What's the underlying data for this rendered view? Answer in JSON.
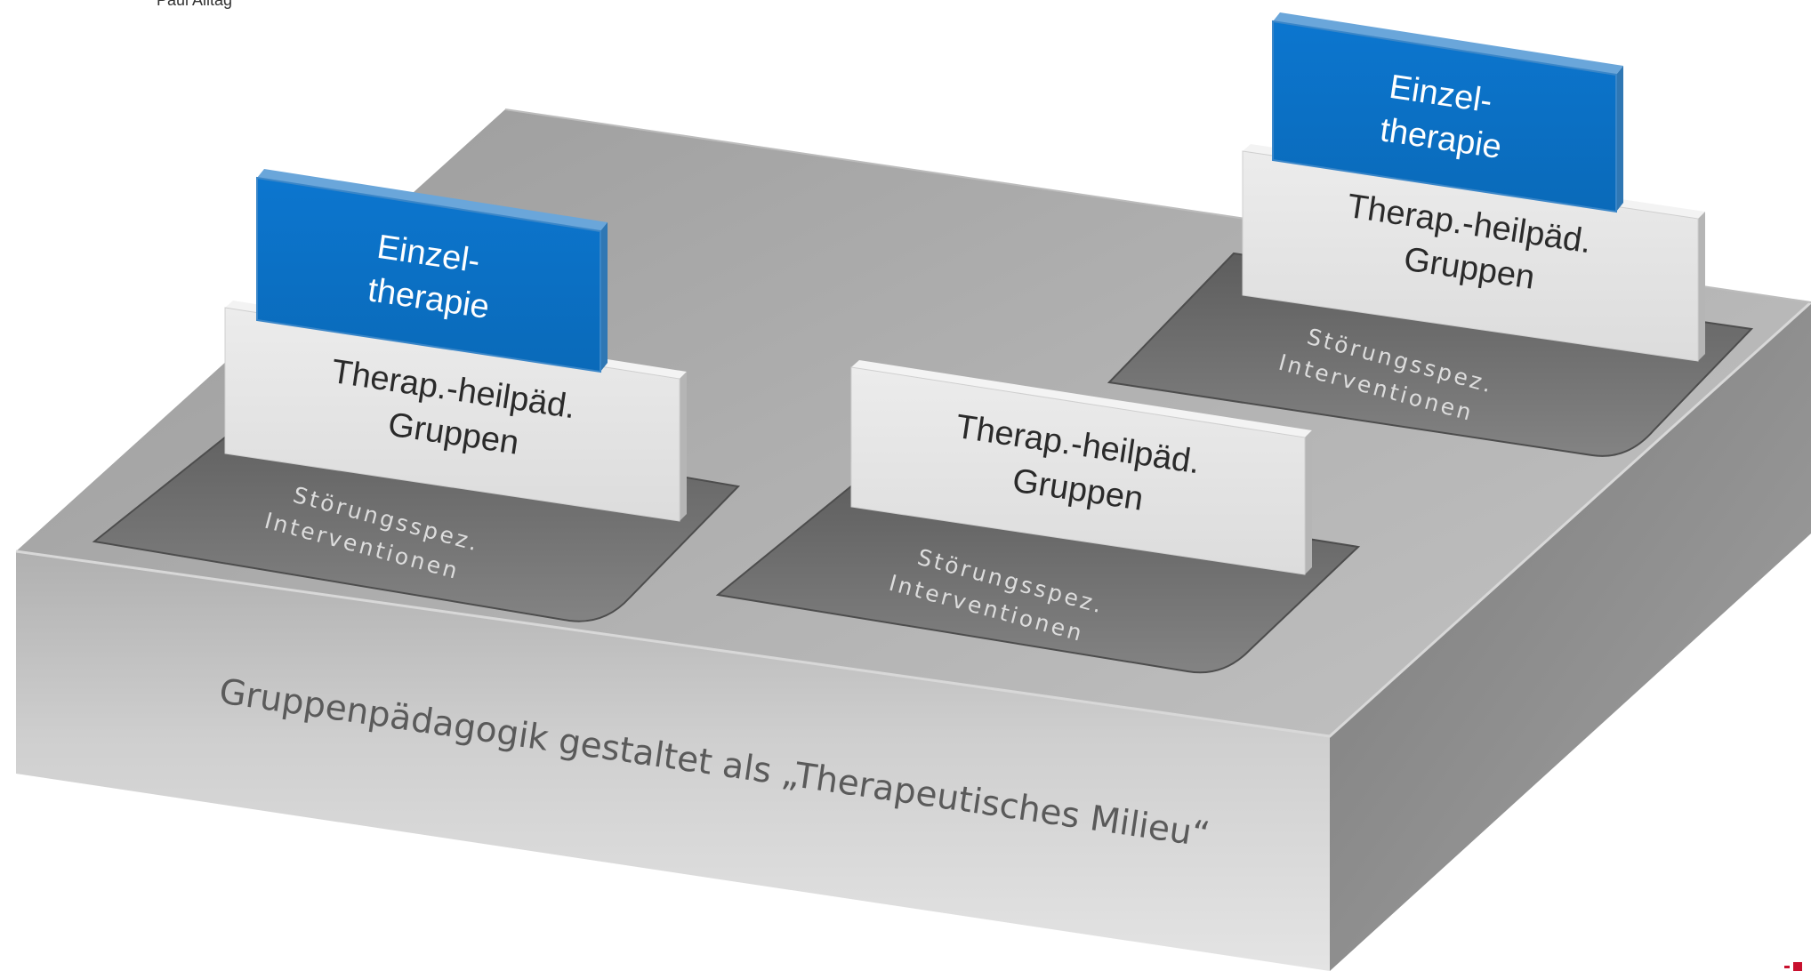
{
  "header": {
    "text": "Paul Alltag"
  },
  "colors": {
    "blue_face": "#0A72C8",
    "blue_edge": "#2E7FC5",
    "light_card": "#E4E4E4",
    "dark_tray": "#6E6E6E",
    "base_top": "#ABABAB",
    "base_front": "#C2C2C2"
  },
  "diagram": {
    "base_label": "Gruppenpädagogik gestaltet als „Therapeutisches Milieu“",
    "units": [
      {
        "tray_label_line1": "Störungsspez.",
        "tray_label_line2": "Interventionen",
        "group_label_line1": "Therap.-heilpäd.",
        "group_label_line2": "Gruppen",
        "single_label_line1": "Einzel-",
        "single_label_line2": "therapie"
      },
      {
        "tray_label_line1": "Störungsspez.",
        "tray_label_line2": "Interventionen",
        "group_label_line1": "Therap.-heilpäd.",
        "group_label_line2": "Gruppen"
      },
      {
        "tray_label_line1": "Störungsspez.",
        "tray_label_line2": "Interventionen",
        "group_label_line1": "Therap.-heilpäd.",
        "group_label_line2": "Gruppen",
        "single_label_line1": "Einzel-",
        "single_label_line2": "therapie"
      }
    ]
  }
}
